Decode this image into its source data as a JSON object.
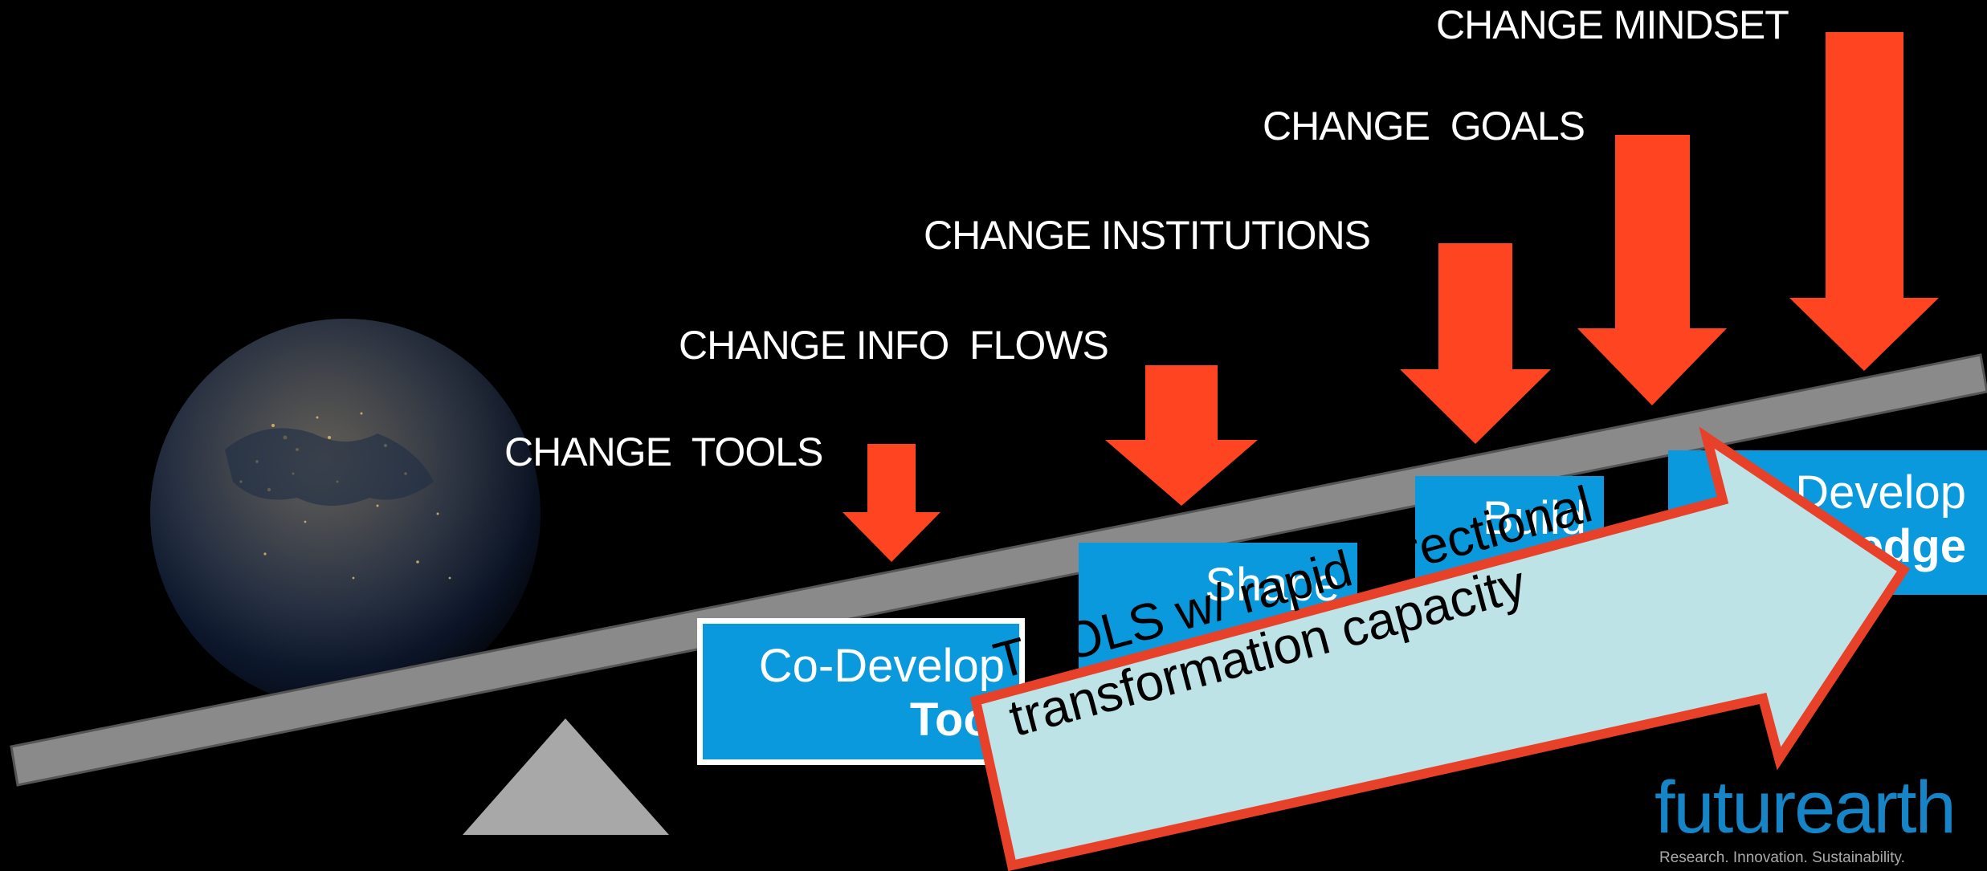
{
  "levers": [
    {
      "label": "CHANGE  TOOLS"
    },
    {
      "label": "CHANGE INFO  FLOWS"
    },
    {
      "label": "CHANGE INSTITUTIONS"
    },
    {
      "label": "CHANGE  GOALS"
    },
    {
      "label": "CHANGE MINDSET"
    }
  ],
  "boxes": {
    "tools": {
      "line1": "Co-Develop",
      "line2": "Tool"
    },
    "shape": {
      "line1": "Shape",
      "line2": ""
    },
    "build": {
      "line1": "Build",
      "line2": ""
    },
    "knowledge": {
      "line1": "Develop",
      "line2": "edge"
    }
  },
  "big_arrow": {
    "line1": "TOOLS w/ rapid directional",
    "line2": "transformation capacity"
  },
  "logo": {
    "wordmark": "futurearth",
    "tagline": "Research. Innovation. Sustainability."
  },
  "colors": {
    "background": "#000000",
    "arrow": "#ff4422",
    "box": "#0a99dc",
    "beam": "#8a8a8a",
    "fulcrum": "#a8a8a8",
    "big_arrow_fill": "#bde3e6",
    "big_arrow_border": "#e8412a",
    "logo": "#1585c7"
  }
}
